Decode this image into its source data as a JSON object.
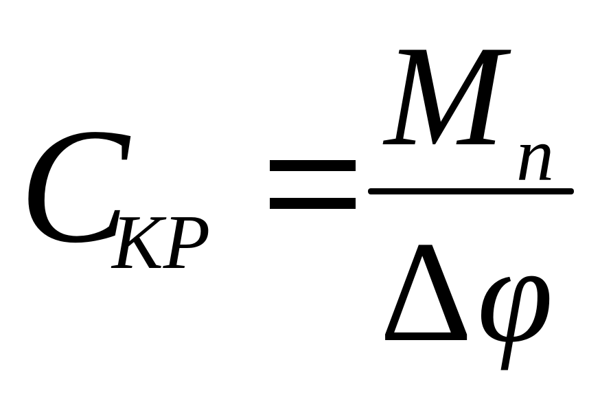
{
  "formula": {
    "lhs": {
      "symbol": "C",
      "subscript": "KP"
    },
    "relation": "=",
    "rhs": {
      "numerator": {
        "symbol": "M",
        "subscript": "n"
      },
      "denominator": {
        "delta": "Δ",
        "symbol": "φ"
      }
    }
  }
}
